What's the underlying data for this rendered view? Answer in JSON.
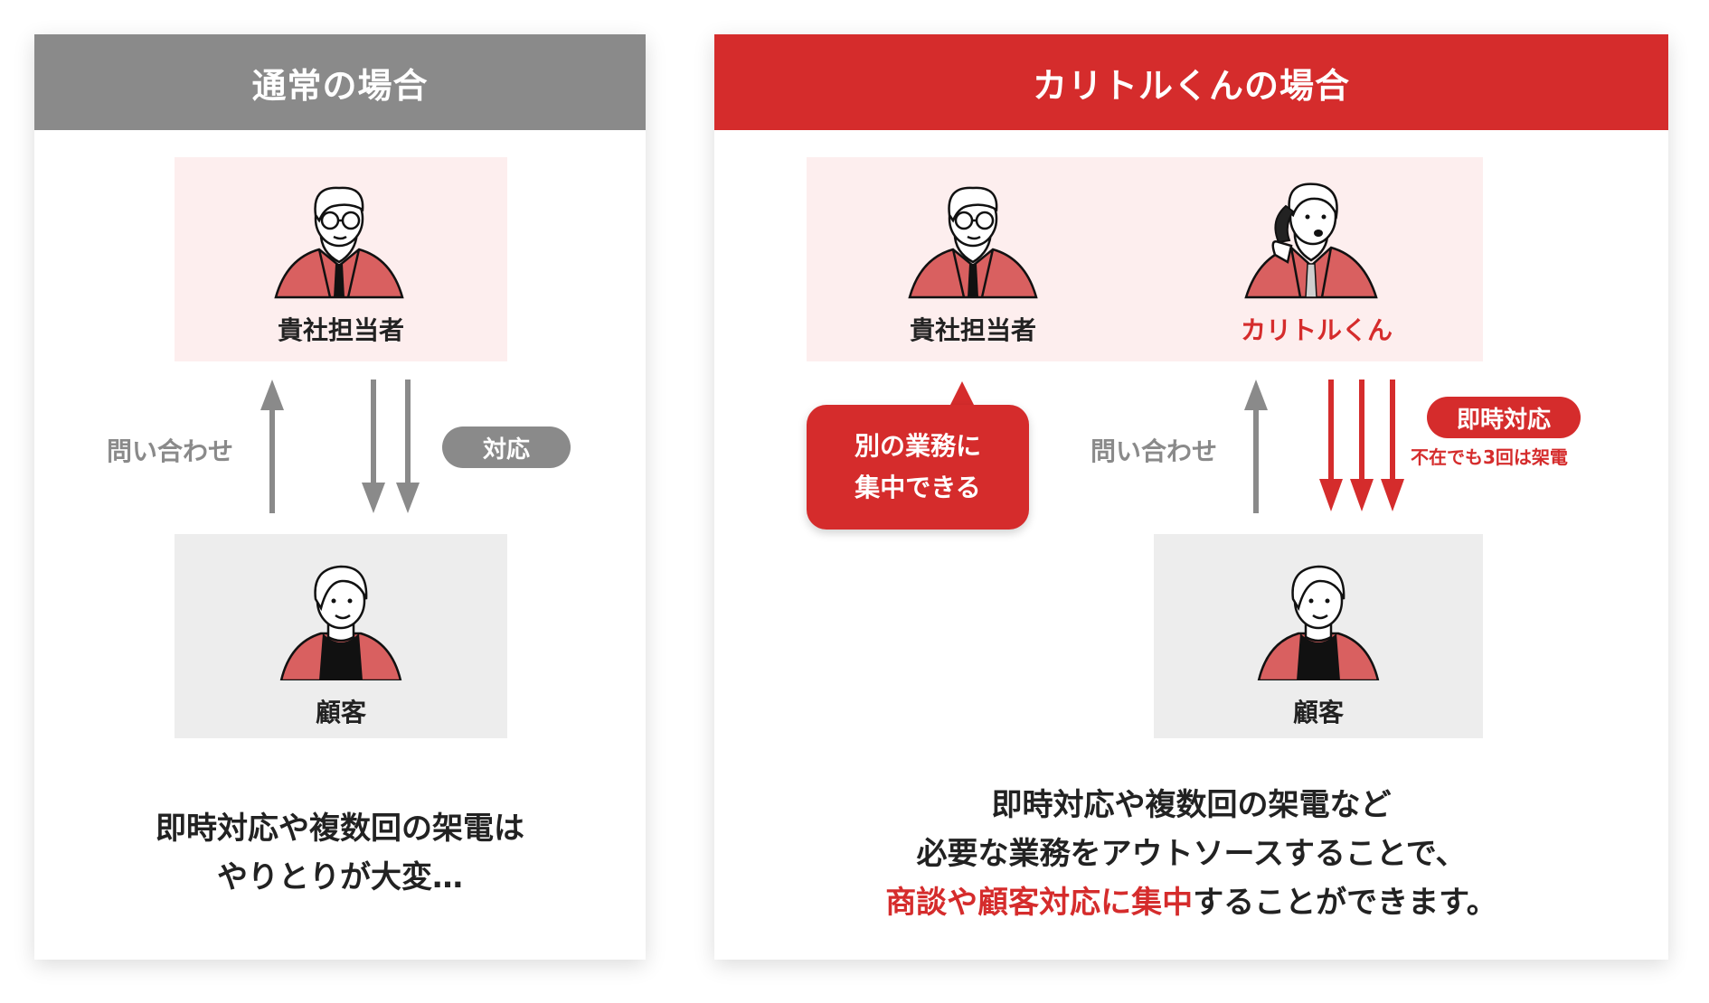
{
  "left": {
    "header": "通常の場合",
    "staff_label": "貴社担当者",
    "customer_label": "顧客",
    "inquiry_label": "問い合わせ",
    "response_pill": "対応",
    "caption_line1": "即時対応や複数回の架電は",
    "caption_line2": "やりとりが大変…"
  },
  "right": {
    "header": "カリトルくんの場合",
    "staff_label": "貴社担当者",
    "karitoru_label": "カリトルくん",
    "customer_label": "顧客",
    "inquiry_label": "問い合わせ",
    "response_pill": "即時対応",
    "response_note": "不在でも3回は架電",
    "bubble_line1": "別の業務に",
    "bubble_line2": "集中できる",
    "caption_line1": "即時対応や複数回の架電など",
    "caption_line2": "必要な業務をアウトソースすることで、",
    "caption_line3_highlight": "商談や顧客対応に集中",
    "caption_line3_rest": "することができます。"
  },
  "icons": {
    "staff": "businessman-glasses-icon",
    "karitoru": "businessman-phone-icon",
    "customer": "customer-person-icon",
    "inquiry_arrow": "arrow-up-icon",
    "response_arrow": "arrow-down-icon"
  },
  "colors": {
    "accent_red": "#d52c2c",
    "gray": "#8a8a8a",
    "pink_bg": "#fdeeee",
    "gray_bg": "#ededed",
    "jacket": "#d96060"
  }
}
